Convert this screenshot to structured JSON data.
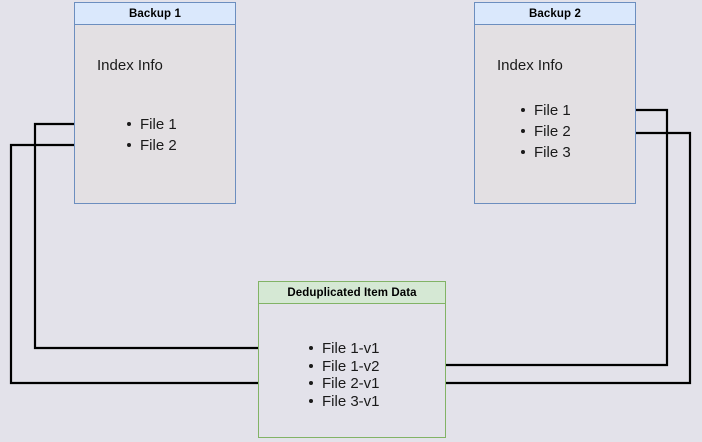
{
  "diagram": {
    "title_hidden": "",
    "background_color": "#e3e2ea",
    "boxes": [
      {
        "id": "backup1",
        "header": "Backup 1",
        "label": "Index Info",
        "accent_color": "#6c8ebf",
        "header_fill": "#dae8fc",
        "body_fill": "#e3e0e3",
        "items": [
          "File 1",
          "File 2"
        ]
      },
      {
        "id": "backup2",
        "header": "Backup 2",
        "label": "Index Info",
        "accent_color": "#6c8ebf",
        "header_fill": "#dae8fc",
        "body_fill": "#e3e0e3",
        "items": [
          "File 1",
          "File 2",
          "File 3"
        ]
      },
      {
        "id": "dedup",
        "header": "Deduplicated Item Data",
        "accent_color": "#82b366",
        "header_fill": "#d5e8d4",
        "body_fill": "#e3e2ea",
        "items": [
          "File 1-v1",
          "File 1-v2",
          "File 2-v1",
          "File 3-v1"
        ]
      }
    ],
    "connections": [
      {
        "from": "backup1.File 1",
        "to": "dedup.File 1-v1",
        "routing": "left"
      },
      {
        "from": "backup1.File 2",
        "to": "dedup.File 2-v1",
        "routing": "left"
      },
      {
        "from": "backup2.File 1",
        "to": "dedup.File 1-v2",
        "routing": "right"
      },
      {
        "from": "backup2.File 2",
        "to": "dedup.File 2-v1",
        "routing": "right"
      }
    ],
    "edge_color": "#000000"
  }
}
